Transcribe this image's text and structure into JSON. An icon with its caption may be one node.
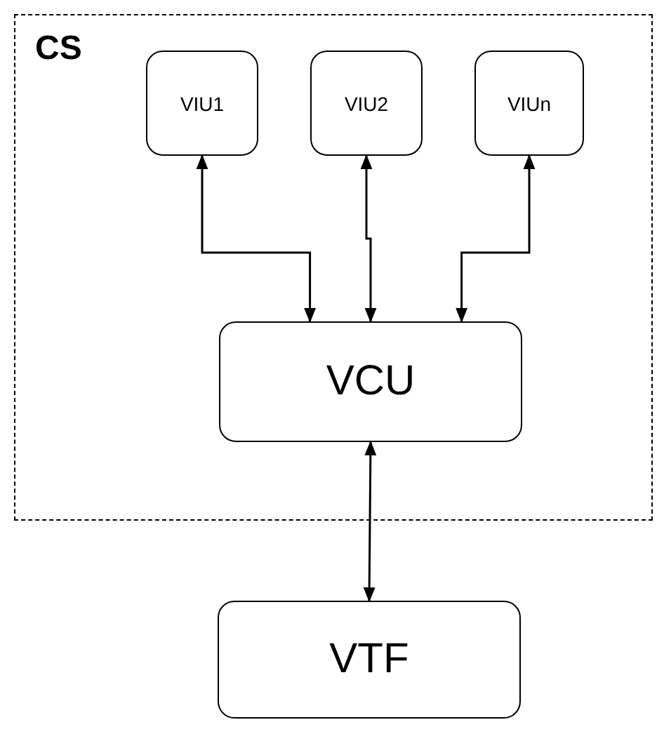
{
  "diagram": {
    "nodes": [
      {
        "text": [
          "CS"
        ]
      },
      {
        "text": [
          "VIU1"
        ],
        "in": 0
      },
      {
        "text": [
          "VIU2"
        ],
        "in": 0
      },
      {
        "text": [
          "VIUn"
        ],
        "in": 0
      },
      {
        "text": [
          "VCU"
        ],
        "in": 0
      },
      {
        "text": [
          "VTF"
        ]
      }
    ],
    "edges": [
      {
        "from": 1,
        "to": 4,
        "arrow": "both"
      },
      {
        "from": 2,
        "to": 4,
        "arrow": "both"
      },
      {
        "from": 3,
        "to": 4,
        "arrow": "both"
      },
      {
        "from": 4,
        "to": 5,
        "arrow": "both"
      }
    ]
  }
}
